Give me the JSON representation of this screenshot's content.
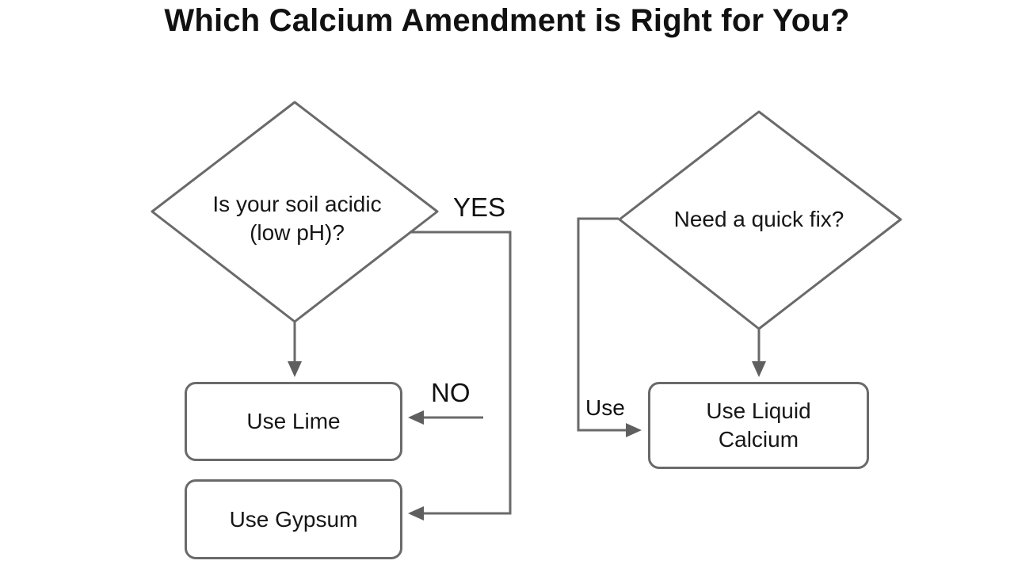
{
  "title": "Which Calcium Amendment is Right for You?",
  "colors": {
    "line": "#6a6a6a",
    "arrowhead": "#5f5f5f",
    "text": "#161616",
    "background": "#ffffff"
  },
  "left_flow": {
    "decision_line1": "Is your soil acidic",
    "decision_line2": "(low pH)?",
    "yes_label": "YES",
    "no_label": "NO",
    "lime_label": "Use Lime",
    "gypsum_label": "Use Gypsum"
  },
  "right_flow": {
    "decision": "Need a quick fix?",
    "use_label": "Use",
    "liquid_line1": "Use Liquid",
    "liquid_line2": "Calcium"
  }
}
